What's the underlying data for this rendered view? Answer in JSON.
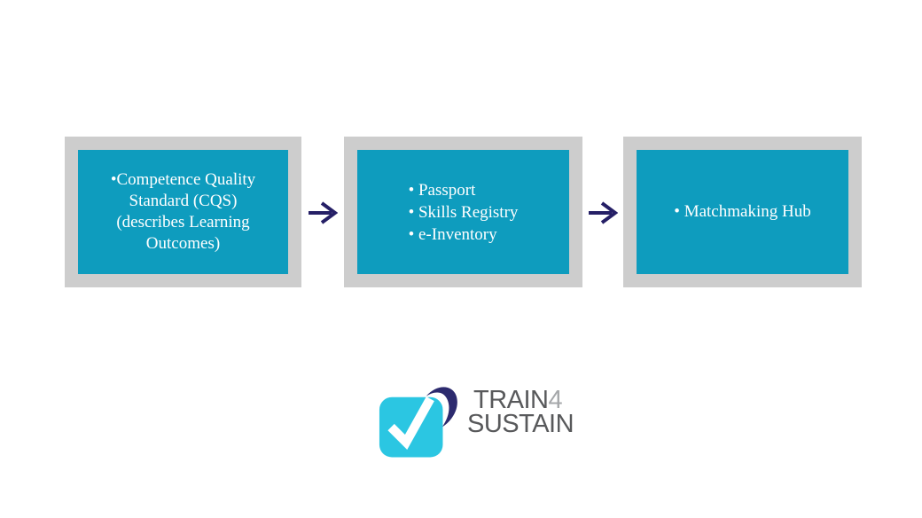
{
  "flow": {
    "steps": [
      {
        "id": "competence-quality-standard",
        "lines": [
          "•Competence Quality",
          "Standard (CQS)",
          "(describes Learning",
          "Outcomes)"
        ]
      },
      {
        "id": "registry-tools",
        "lines": [
          "• Passport",
          "• Skills Registry",
          "• e-Inventory"
        ]
      },
      {
        "id": "matchmaking-hub",
        "lines": [
          "• Matchmaking Hub"
        ]
      }
    ],
    "arrow_glyph": "→"
  },
  "logo": {
    "word1": "TRAIN",
    "digit": "4",
    "word2": "SUSTAIN"
  },
  "icons": {
    "arrow": "right-arrow",
    "logo_mark": "checkmark-with-swoosh"
  },
  "colors": {
    "box_fill": "#0E9CBE",
    "box_frame": "#CDCDCD",
    "box_text": "#FFFFFF",
    "arrow": "#251F66",
    "logo_cyan": "#2BC6E2",
    "logo_swoosh": "#2C2A6E",
    "logo_text": "#58595B",
    "logo_digit": "#A6A8AB"
  }
}
